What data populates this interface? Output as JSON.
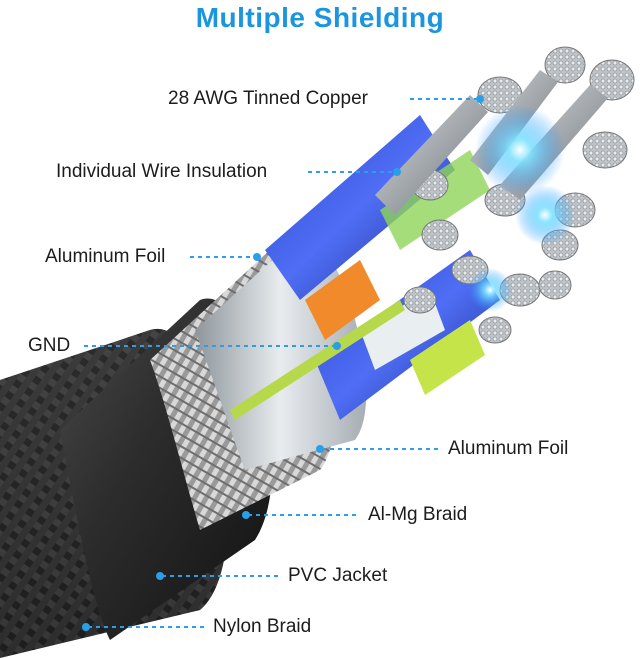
{
  "title": "Multiple Shielding",
  "colors": {
    "title": "#1b95e0",
    "leader": "#2a9ee6"
  },
  "labels": {
    "copper": "28 AWG Tinned Copper",
    "insulation": "Individual Wire Insulation",
    "foil_left": "Aluminum Foil",
    "gnd": "GND",
    "foil_right": "Aluminum Foil",
    "braid": "Al-Mg Braid",
    "jacket": "PVC Jacket",
    "nylon": "Nylon Braid"
  }
}
